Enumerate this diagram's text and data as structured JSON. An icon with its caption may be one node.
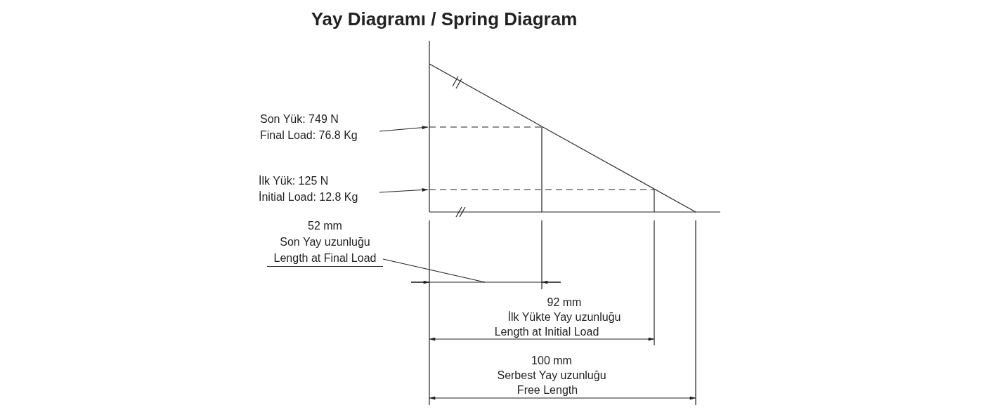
{
  "diagram": {
    "title": "Yay Diagramı / Spring Diagram",
    "nodes": [
      {
        "text": [
          "Son Yük: 749 N",
          "Final Load: 76.8 Kg"
        ]
      },
      {
        "text": [
          "İlk Yük: 125 N",
          "İnitial Load: 12.8 Kg"
        ]
      },
      {
        "text": [
          "52 mm",
          "Son Yay uzunluğu",
          "Length at Final Load"
        ]
      }
    ],
    "edges": [
      {
        "from": 0,
        "to": null,
        "arrow": "to"
      },
      {
        "from": 1,
        "to": null,
        "arrow": "to"
      },
      {
        "from": 2,
        "to": null,
        "arrow": "none"
      }
    ],
    "labels": [
      "92 mm",
      "İlk Yükte Yay uzunluğu",
      "Length at Initial Load",
      "100 mm",
      "Serbest Yay uzunluğu",
      "Free Length"
    ]
  }
}
